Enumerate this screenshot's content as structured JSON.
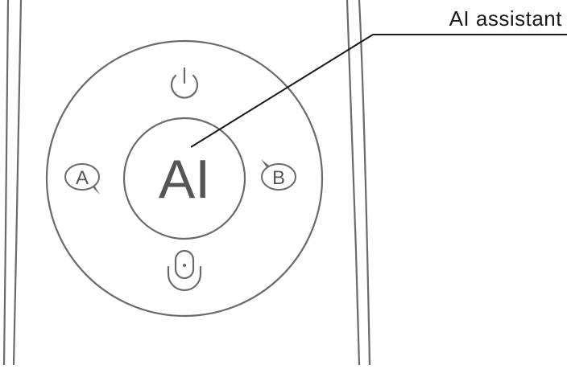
{
  "callout": {
    "label": "AI assistant"
  },
  "center_button": {
    "label": "AI"
  },
  "left_button": {
    "label": "A"
  },
  "right_button": {
    "label": "B"
  },
  "icons": [
    "power-icon",
    "microphone-icon"
  ],
  "colors": {
    "line": "#6a6a6a",
    "text": "#555555",
    "callout_line": "#1a1a1a",
    "background": "#ffffff"
  }
}
